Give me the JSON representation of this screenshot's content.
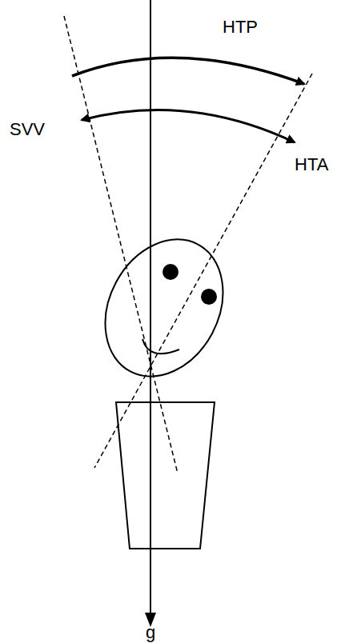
{
  "diagram": {
    "labels": [
      "HTP",
      "SVV",
      "HTA",
      "g"
    ]
  }
}
